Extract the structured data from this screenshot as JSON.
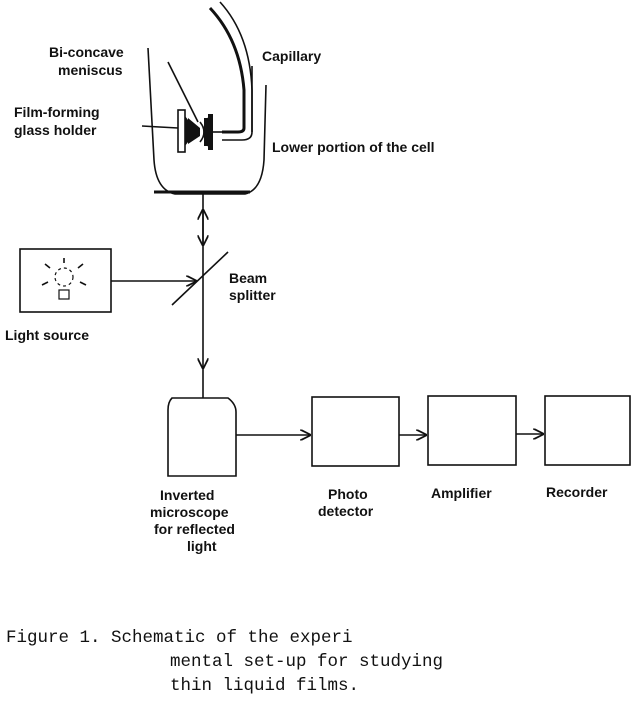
{
  "labels": {
    "biconcave": [
      "Bi-concave",
      "meniscus"
    ],
    "capillary": "Capillary",
    "film_holder": [
      "Film-forming",
      "glass holder"
    ],
    "lower_cell": "Lower portion of the cell",
    "beam_splitter": [
      "Beam",
      "splitter"
    ],
    "light_source": "Light source",
    "microscope": [
      "Inverted",
      "microscope",
      "for reflected",
      "light"
    ],
    "photodetector": [
      "Photo",
      "detector"
    ],
    "amplifier": "Amplifier",
    "recorder": "Recorder"
  },
  "caption": [
    "Figure 1. Schematic of the experi",
    "mental set-up for studying",
    "thin liquid films."
  ]
}
